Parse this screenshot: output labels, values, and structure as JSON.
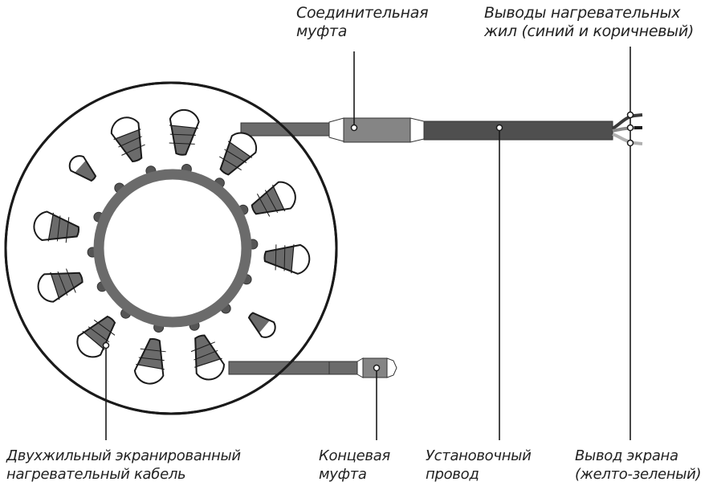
{
  "labels": {
    "connecting_coupling": {
      "line1": "Соединительная",
      "line2": "муфта"
    },
    "core_leads": {
      "line1": "Выводы нагревательных",
      "line2": "жил (синий и коричневый)"
    },
    "heating_cable": {
      "line1": "Двухжильный экранированный",
      "line2": "нагревательный кабель"
    },
    "end_coupling": {
      "line1": "Концевая",
      "line2": "муфта"
    },
    "installation_wire": {
      "line1": "Установочный",
      "line2": "провод"
    },
    "shield_lead": {
      "line1": "Вывод экрана",
      "line2": "(желто-зеленый)"
    }
  },
  "colors": {
    "outline": "#1a1a1a",
    "cable_grey": "#6b6b6b",
    "dark_cable": "#4f4f4f",
    "coupling_grey": "#858585",
    "shield_wire": "#b0b0b0",
    "background": "#ffffff"
  }
}
